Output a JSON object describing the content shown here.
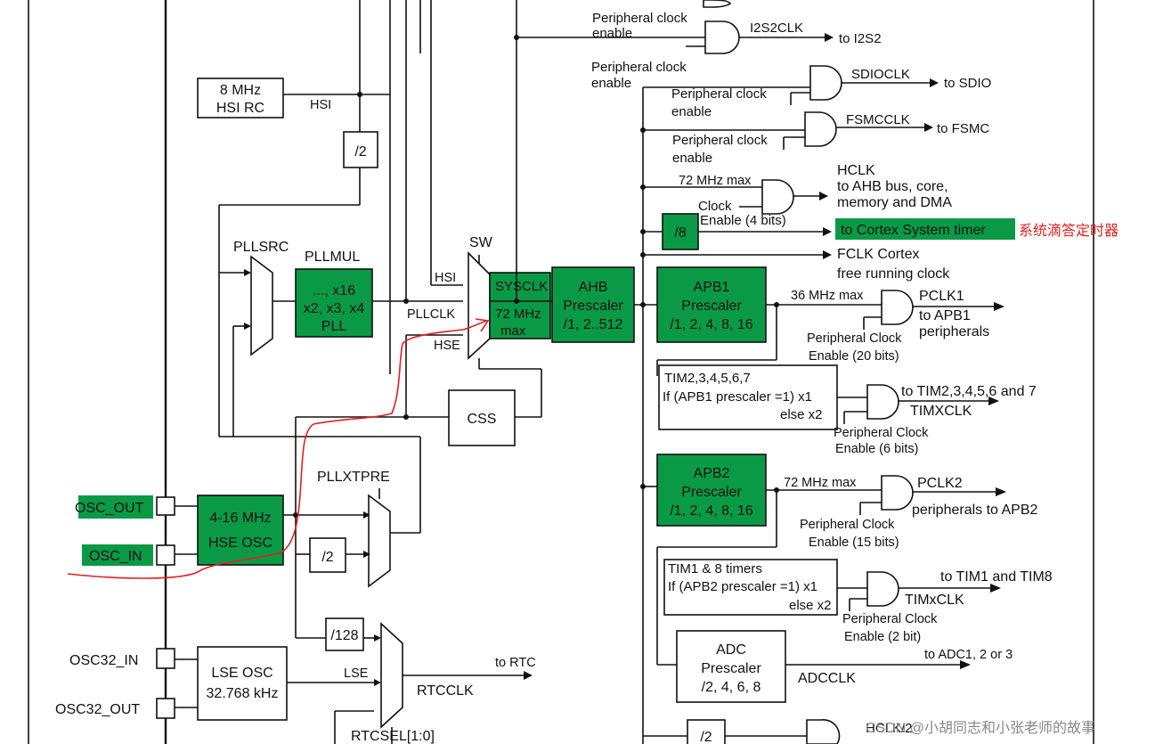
{
  "colors": {
    "block_green": "#0a9a46",
    "annotation_red": "#e02020",
    "watermark": "#888888"
  },
  "labels": {
    "hsi_rc": [
      "8 MHz",
      "HSI RC"
    ],
    "hsi_wire": "HSI",
    "div2_hsi": "/2",
    "pllsrc": "PLLSRC",
    "pllmul": "PLLMUL",
    "pll_block": [
      "..., x16",
      "x2, x3, x4",
      "PLL"
    ],
    "sw": "SW",
    "hsi_mux": "HSI",
    "pllclk": "PLLCLK",
    "hse_mux": "HSE",
    "sysclk": [
      "SYSCLK",
      "72 MHz",
      "max"
    ],
    "ahb": [
      "AHB",
      "Prescaler",
      "/1, 2..512"
    ],
    "css": "CSS",
    "pllxtpre": "PLLXTPRE",
    "osc_out": "OSC_OUT",
    "osc_in": "OSC_IN",
    "hse_osc": [
      "4-16 MHz",
      "HSE OSC"
    ],
    "div2_hse": "/2",
    "div128": "/128",
    "osc32_in": "OSC32_IN",
    "osc32_out": "OSC32_OUT",
    "lse_osc": [
      "LSE OSC",
      "32.768 kHz"
    ],
    "lse_wire": "LSE",
    "to_rtc": "to RTC",
    "rtcclk": "RTCCLK",
    "rtcsel": "RTCSEL[1:0]",
    "pce_i2s_top": [
      "Peripheral clock",
      "enable"
    ],
    "i2s2clk": "I2S2CLK",
    "to_i2s2": "to I2S2",
    "pce_i2s2": [
      "Peripheral clock",
      "enable"
    ],
    "sdioclk": "SDIOCLK",
    "to_sdio": "to SDIO",
    "pce_sdio": [
      "Peripheral clock",
      "enable"
    ],
    "fsmcclk": "FSMCCLK",
    "to_fsmc": "to FSMC",
    "pce_fsmc": [
      "Peripheral clock",
      "enable"
    ],
    "mhz72_max_hclk": "72 MHz max",
    "clock_enable": [
      "Clock",
      "Enable (4 bits)"
    ],
    "hclk": [
      "HCLK",
      "to AHB bus, core,",
      "memory and DMA"
    ],
    "div8": "/8",
    "to_cortex_timer": "to Cortex System timer",
    "cn_systick": "系统滴答定时器",
    "fclk": [
      "FCLK Cortex",
      "free running clock"
    ],
    "apb1": [
      "APB1",
      "Prescaler",
      "/1, 2, 4, 8, 16"
    ],
    "mhz36_max": "36 MHz max",
    "pclk1": [
      "PCLK1",
      "to APB1",
      "peripherals"
    ],
    "pce_apb1": [
      "Peripheral Clock",
      "Enable (20 bits)"
    ],
    "tim_apb1": [
      "TIM2,3,4,5,6,7",
      "If (APB1 prescaler =1) x1",
      "else  x2"
    ],
    "to_tim2": "to TIM2,3,4,5,6 and 7",
    "timxclk": "TIMXCLK",
    "pce_tim_apb1": [
      "Peripheral Clock",
      "Enable (6 bits)"
    ],
    "apb2": [
      "APB2",
      "Prescaler",
      "/1, 2, 4, 8, 16"
    ],
    "mhz72_max_apb2": "72 MHz max",
    "pclk2": [
      "PCLK2",
      "peripherals to APB2"
    ],
    "pce_apb2": [
      "Peripheral Clock",
      "Enable (15 bits)"
    ],
    "tim_apb2": [
      "TIM1 & 8 timers",
      "If (APB2 prescaler =1) x1",
      "else x2"
    ],
    "to_tim1": "to TIM1 and TIM8",
    "timxclk2": "TIMxCLK",
    "pce_tim_apb2": [
      "Peripheral Clock",
      "Enable (2 bit)"
    ],
    "adc": [
      "ADC",
      "Prescaler",
      "/2, 4, 6, 8"
    ],
    "adcclk": "ADCCLK",
    "to_adc": "to ADC1, 2 or 3",
    "div2_bottom": "/2",
    "hclk2": "HCLK/2",
    "watermark": "CSDN @小胡同志和小张老师的故事"
  }
}
